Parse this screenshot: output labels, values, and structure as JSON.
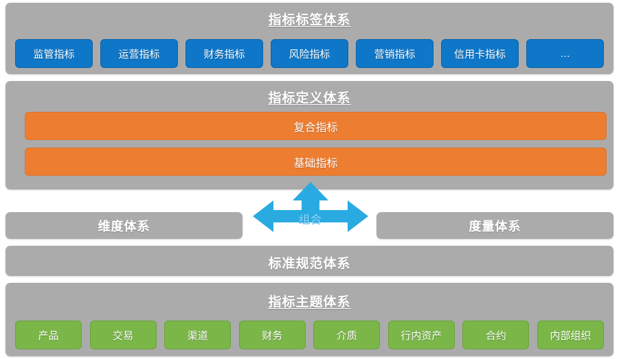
{
  "colors": {
    "panel_grey": "#ababab",
    "chip_blue": "#0f77c8",
    "chip_green": "#7ab648",
    "bar_orange": "#ed7d31",
    "arrow_blue": "#29ABE2",
    "text_white": "#ffffff",
    "background": "#ffffff"
  },
  "layers": {
    "tag_system": {
      "title": "指标标签体系",
      "chips": [
        {
          "label": "监管指标"
        },
        {
          "label": "运营指标"
        },
        {
          "label": "财务指标"
        },
        {
          "label": "风险指标"
        },
        {
          "label": "营销指标"
        },
        {
          "label": "信用卡指标"
        },
        {
          "label": "…"
        }
      ]
    },
    "definition_system": {
      "title": "指标定义体系",
      "bars": [
        {
          "label": "复合指标"
        },
        {
          "label": "基础指标"
        }
      ]
    },
    "combination": {
      "dimension_label": "维度体系",
      "measure_label": "度量体系",
      "arrow_label": "组合"
    },
    "standard_system": {
      "title": "标准规范体系"
    },
    "subject_system": {
      "title": "指标主题体系",
      "chips": [
        {
          "label": "产品"
        },
        {
          "label": "交易"
        },
        {
          "label": "渠道"
        },
        {
          "label": "财务"
        },
        {
          "label": "介质"
        },
        {
          "label": "行内资产"
        },
        {
          "label": "合约"
        },
        {
          "label": "内部组织"
        }
      ]
    }
  }
}
